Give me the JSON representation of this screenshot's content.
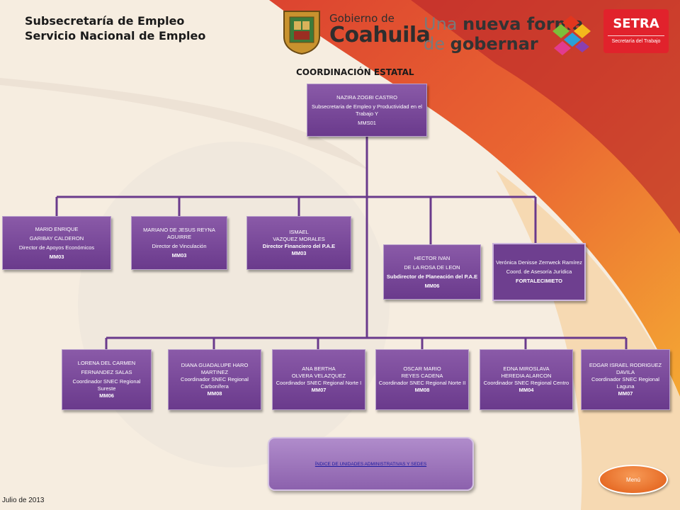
{
  "header": {
    "line1": "Subsecretaría de Empleo",
    "line2": "Servicio Nacional de Empleo"
  },
  "logo_gobierno": {
    "small": "Gobierno de",
    "big": "Coahuila"
  },
  "slogan": {
    "w1": "Una ",
    "w2": "nueva forma",
    "w3": "de ",
    "w4": "gobernar"
  },
  "setra": {
    "name": "SETRA",
    "subtitle": "Secretaría del Trabajo"
  },
  "section_title": "COORDINACIÓN ESTATAL",
  "org": {
    "head": {
      "name": "NAZIRA ZOGBI CASTRO",
      "role": "Subsecretaria de Empleo y Productividad en el Trabajo Y",
      "level": "MMS01"
    },
    "level2": [
      {
        "name1": "MARIO ENRIQUE",
        "name2": "GARIBAY CALDERON",
        "role": "Director de Apoyos Económicos",
        "level": "MM03"
      },
      {
        "name1": "MARIANO DE JESUS REYNA AGUIRRE",
        "name2": "",
        "role": "Director de Vinculación",
        "level": "MM03"
      },
      {
        "name1": "ISMAEL",
        "name2": "VAZQUEZ MORALES",
        "role": "Director Financiero del P.A.E",
        "level": "MM03"
      },
      {
        "name1": "HECTOR IVAN",
        "name2": "DE LA ROSA DE LEON",
        "role": "Subdirector de Planeación del P.A.E",
        "level": "MM06"
      },
      {
        "name1": "Verónica Denisse Zerrweck Ramírez",
        "name2": "",
        "role": "Coord. de Asesoría Jurídica",
        "level": "FORTALECIMIETO"
      }
    ],
    "level3": [
      {
        "name1": "LORENA DEL CARMEN",
        "name2": "FERNANDEZ SALAS",
        "role": "Coordinador SNEC Regional Sureste",
        "level": "MM06"
      },
      {
        "name1": "DIANA GUADALUPE HARO MARTINEZ",
        "name2": "",
        "role": "Coordinador SNEC Regional Carbonífera",
        "level": "MM08"
      },
      {
        "name1": "ANA BERTHA",
        "name2": "OLVERA VELAZQUEZ",
        "role": "Coordinador SNEC Regional Norte I",
        "level": "MM07"
      },
      {
        "name1": "OSCAR MARIO",
        "name2": "REYES CADENA",
        "role": "Coordinador SNEC Regional Norte II",
        "level": "MM08"
      },
      {
        "name1": "EDNA MIROSLAVA",
        "name2": "HEREDIA ALARCON",
        "role": "Coordinador SNEC Regional Centro",
        "level": "MM04"
      },
      {
        "name1": "EDGAR ISRAEL RODRIGUEZ",
        "name2": "DAVILA",
        "role": "Coordinador SNEC Regional Laguna",
        "level": "MM07"
      }
    ]
  },
  "index_link": "ÍNDICE DE UNIDADES ADMINISTRATIVAS Y SEDES",
  "menu_button": "Menú",
  "footer_date": "Julio de 2013",
  "colors": {
    "box": "#7a4a9c",
    "connector": "#6a3a8c",
    "menu": "#ee6f2a",
    "setra": "#e1222c"
  }
}
